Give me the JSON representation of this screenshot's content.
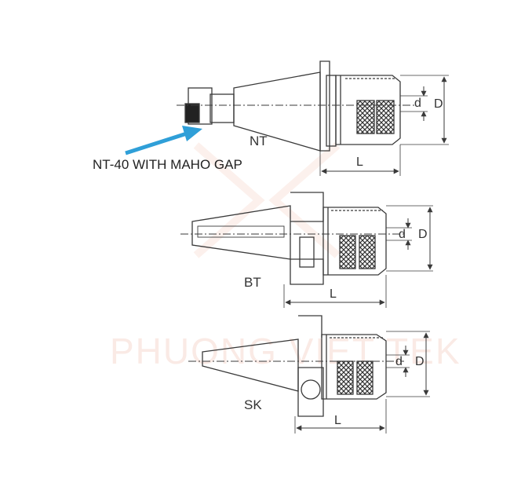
{
  "watermark": {
    "text": "PHUONG VIET TEK"
  },
  "callout": {
    "text": "NT-40 WITH MAHO GAP"
  },
  "tools": [
    {
      "name": "NT",
      "dims": {
        "d": "d",
        "D": "D",
        "L": "L"
      }
    },
    {
      "name": "BT",
      "dims": {
        "d": "d",
        "D": "D",
        "L": "L"
      }
    },
    {
      "name": "SK",
      "dims": {
        "d": "d",
        "D": "D",
        "L": "L"
      }
    }
  ],
  "colors": {
    "line": "#3a3a3a",
    "arrow": "#2f9fd8",
    "watermark": "#e88c6e"
  }
}
